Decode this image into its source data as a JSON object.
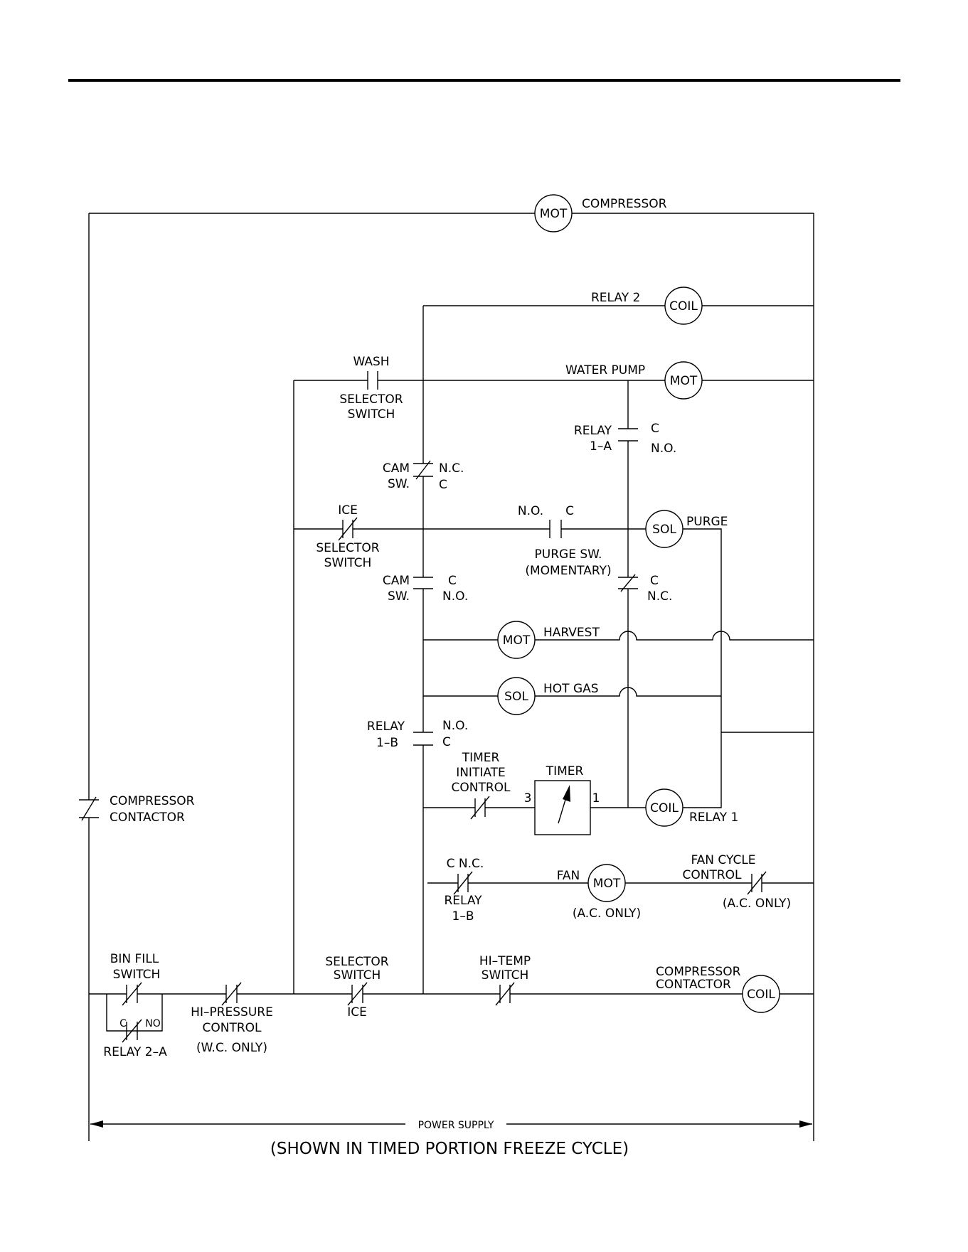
{
  "diagram": {
    "loads": {
      "compressor": {
        "symbol": "MOT",
        "label": "COMPRESSOR"
      },
      "relay2_coil": {
        "symbol": "COIL",
        "label": "RELAY 2"
      },
      "water_pump": {
        "symbol": "MOT",
        "label": "WATER PUMP"
      },
      "purge_valve": {
        "symbol": "SOL",
        "label": "PURGE"
      },
      "harvest_motor": {
        "symbol": "MOT",
        "label": "HARVEST"
      },
      "hot_gas_valve": {
        "symbol": "SOL",
        "label": "HOT GAS"
      },
      "relay1_coil": {
        "symbol": "COIL",
        "label": "RELAY 1"
      },
      "fan_motor": {
        "symbol": "MOT",
        "label": "FAN",
        "note": "(A.C. ONLY)"
      },
      "compressor_contactor_coil": {
        "symbol": "COIL",
        "label_line1": "COMPRESSOR",
        "label_line2": "CONTACTOR"
      }
    },
    "contacts": {
      "wash_selector": {
        "top": "WASH",
        "line1": "SELECTOR",
        "line2": "SWITCH"
      },
      "relay_1a": {
        "line1": "RELAY",
        "line2": "1–A",
        "pin_top": "C",
        "pin_bottom": "N.O."
      },
      "cam_sw_upper": {
        "line1": "CAM",
        "line2": "SW.",
        "pin_top": "N.C.",
        "pin_bottom": "C"
      },
      "ice_selector": {
        "top": "ICE",
        "line1": "SELECTOR",
        "line2": "SWITCH"
      },
      "purge_sw": {
        "pin_left": "N.O.",
        "pin_right": "C",
        "line1": "PURGE SW.",
        "line2": "(MOMENTARY)"
      },
      "cam_sw_lower": {
        "line1": "CAM",
        "line2": "SW.",
        "pin_top": "C",
        "pin_bottom": "N.O."
      },
      "purge_nc": {
        "pin_top": "C",
        "pin_bottom": "N.C."
      },
      "relay_1b_no": {
        "line1": "RELAY",
        "line2": "1–B",
        "pin_top": "N.O.",
        "pin_bottom": "C"
      },
      "timer_initiate": {
        "line1": "TIMER",
        "line2": "INITIATE",
        "line3": "CONTROL"
      },
      "timer": {
        "label": "TIMER",
        "pin_left": "3",
        "pin_right": "1"
      },
      "relay_1b_nc": {
        "pins": "C  N.C.",
        "line1": "RELAY",
        "line2": "1–B"
      },
      "fan_cycle": {
        "line1": "FAN CYCLE",
        "line2": "CONTROL",
        "note": "(A.C. ONLY)"
      },
      "compressor_contactor": {
        "line1": "COMPRESSOR",
        "line2": "CONTACTOR"
      },
      "bin_fill": {
        "line1": "BIN FILL",
        "line2": "SWITCH",
        "pin_c": "C",
        "pin_no": "NO",
        "relay": "RELAY 2–A"
      },
      "hi_pressure": {
        "line1": "HI–PRESSURE",
        "line2": "CONTROL",
        "line3": "(W.C. ONLY)"
      },
      "selector_ice": {
        "line1": "SELECTOR",
        "line2": "SWITCH",
        "bottom": "ICE"
      },
      "hi_temp": {
        "line1": "HI–TEMP",
        "line2": "SWITCH"
      }
    },
    "power_supply": "POWER SUPPLY",
    "caption": "(SHOWN IN TIMED PORTION FREEZE CYCLE)"
  }
}
